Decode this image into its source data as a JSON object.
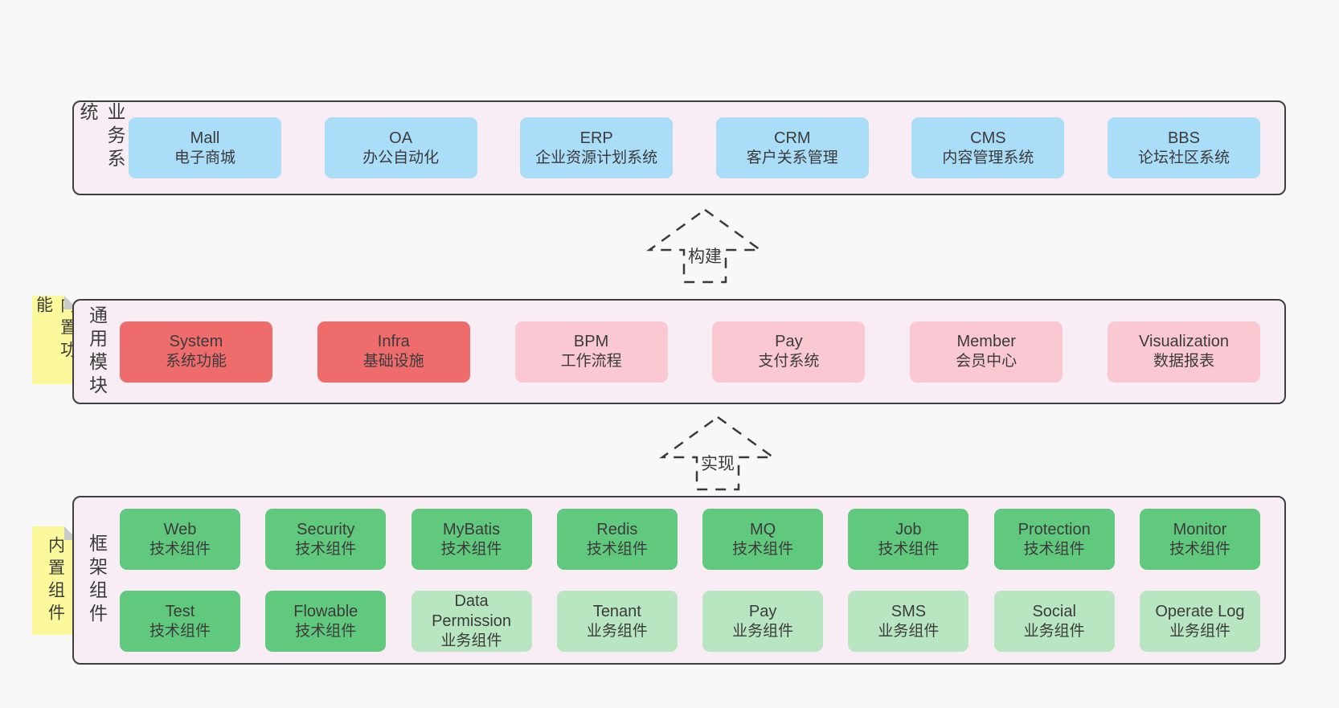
{
  "palette": {
    "page_bg": "#f8f8f8",
    "band_bg": "#f8edf5",
    "band_border": "#3f3f3f",
    "blue": "#aaddf8",
    "red": "#ef6c6c",
    "pink": "#f9c8d3",
    "green": "#61c97d",
    "lgreen": "#b8e6c1",
    "note_yellow": "#fbf99c",
    "note_fold": "#c9c9c9",
    "text": "#3b3b3b",
    "arrow": "#3a3a3a"
  },
  "bands": {
    "business": {
      "label": "业务系统",
      "boxes": [
        {
          "name": "Mall",
          "subtitle": "电子商城"
        },
        {
          "name": "OA",
          "subtitle": "办公自动化"
        },
        {
          "name": "ERP",
          "subtitle": "企业资源计划系统"
        },
        {
          "name": "CRM",
          "subtitle": "客户关系管理"
        },
        {
          "name": "CMS",
          "subtitle": "内容管理系统"
        },
        {
          "name": "BBS",
          "subtitle": "论坛社区系统"
        }
      ]
    },
    "modules": {
      "label": "通用模块",
      "note": "内置功能",
      "boxes": [
        {
          "name": "System",
          "subtitle": "系统功能"
        },
        {
          "name": "Infra",
          "subtitle": "基础设施"
        },
        {
          "name": "BPM",
          "subtitle": "工作流程"
        },
        {
          "name": "Pay",
          "subtitle": "支付系统"
        },
        {
          "name": "Member",
          "subtitle": "会员中心"
        },
        {
          "name": "Visualization",
          "subtitle": "数据报表"
        }
      ]
    },
    "components": {
      "label": "框架组件",
      "note": "内置组件",
      "row1": [
        {
          "name": "Web",
          "subtitle": "技术组件"
        },
        {
          "name": "Security",
          "subtitle": "技术组件"
        },
        {
          "name": "MyBatis",
          "subtitle": "技术组件"
        },
        {
          "name": "Redis",
          "subtitle": "技术组件"
        },
        {
          "name": "MQ",
          "subtitle": "技术组件"
        },
        {
          "name": "Job",
          "subtitle": "技术组件"
        },
        {
          "name": "Protection",
          "subtitle": "技术组件"
        },
        {
          "name": "Monitor",
          "subtitle": "技术组件"
        }
      ],
      "row2": [
        {
          "name": "Test",
          "subtitle": "技术组件"
        },
        {
          "name": "Flowable",
          "subtitle": "技术组件"
        },
        {
          "name": "Data Permission",
          "subtitle": "业务组件"
        },
        {
          "name": "Tenant",
          "subtitle": "业务组件"
        },
        {
          "name": "Pay",
          "subtitle": "业务组件"
        },
        {
          "name": "SMS",
          "subtitle": "业务组件"
        },
        {
          "name": "Social",
          "subtitle": "业务组件"
        },
        {
          "name": "Operate Log",
          "subtitle": "业务组件"
        }
      ]
    }
  },
  "arrows": [
    {
      "label": "构建"
    },
    {
      "label": "实现"
    }
  ]
}
